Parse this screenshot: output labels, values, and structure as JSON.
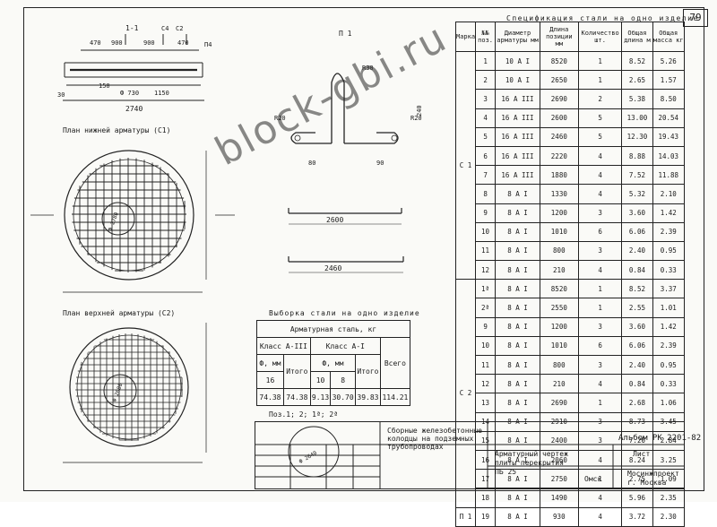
{
  "page_number": "79",
  "watermark": "block-gbi.ru",
  "titles": {
    "plan_lower": "План нижней арматуры (С1)",
    "plan_upper": "План верхней арматуры (С2)",
    "section": "1-1",
    "p1": "П 1",
    "spec": "Спецификация стали на одно изделие",
    "vyborka": "Выборка стали на одно изделие",
    "pos": "Поз.1; 2; 1ª; 2ª"
  },
  "spec_headers": [
    "Марка",
    "№№ поз.",
    "Диаметр арматуры мм",
    "Длина позиции мм",
    "Количество шт.",
    "Общая длина м",
    "Общая масса кг"
  ],
  "spec_groups": [
    {
      "mark": "С 1",
      "rows": [
        [
          "1",
          "10 А I",
          "8520",
          "1",
          "8.52",
          "5.26"
        ],
        [
          "2",
          "10 А I",
          "2650",
          "1",
          "2.65",
          "1.57"
        ],
        [
          "3",
          "16 А III",
          "2690",
          "2",
          "5.38",
          "8.50"
        ],
        [
          "4",
          "16 А III",
          "2600",
          "5",
          "13.00",
          "20.54"
        ],
        [
          "5",
          "16 А III",
          "2460",
          "5",
          "12.30",
          "19.43"
        ],
        [
          "6",
          "16 А III",
          "2220",
          "4",
          "8.88",
          "14.03"
        ],
        [
          "7",
          "16 А III",
          "1880",
          "4",
          "7.52",
          "11.88"
        ],
        [
          "8",
          "8 А I",
          "1330",
          "4",
          "5.32",
          "2.10"
        ],
        [
          "9",
          "8 А I",
          "1200",
          "3",
          "3.60",
          "1.42"
        ],
        [
          "10",
          "8 А I",
          "1010",
          "6",
          "6.06",
          "2.39"
        ],
        [
          "11",
          "8 А I",
          "800",
          "3",
          "2.40",
          "0.95"
        ],
        [
          "12",
          "8 А I",
          "210",
          "4",
          "0.84",
          "0.33"
        ]
      ]
    },
    {
      "mark": "С 2",
      "rows": [
        [
          "1ª",
          "8 А I",
          "8520",
          "1",
          "8.52",
          "3.37"
        ],
        [
          "2ª",
          "8 А I",
          "2550",
          "1",
          "2.55",
          "1.01"
        ],
        [
          "9",
          "8 А I",
          "1200",
          "3",
          "3.60",
          "1.42"
        ],
        [
          "10",
          "8 А I",
          "1010",
          "6",
          "6.06",
          "2.39"
        ],
        [
          "11",
          "8 А I",
          "800",
          "3",
          "2.40",
          "0.95"
        ],
        [
          "12",
          "8 А I",
          "210",
          "4",
          "0.84",
          "0.33"
        ],
        [
          "13",
          "8 А I",
          "2690",
          "1",
          "2.68",
          "1.06"
        ],
        [
          "14",
          "8 А I",
          "2910",
          "3",
          "8.73",
          "3.45"
        ],
        [
          "15",
          "8 А I",
          "2400",
          "3",
          "7.20",
          "2.84"
        ],
        [
          "16",
          "8 А I",
          "2060",
          "4",
          "8.24",
          "3.25"
        ],
        [
          "17",
          "8 А I",
          "2750",
          "1",
          "2.75",
          "1.09"
        ],
        [
          "18",
          "8 А I",
          "1490",
          "4",
          "5.96",
          "2.35"
        ]
      ]
    },
    {
      "mark": "П 1",
      "rows": [
        [
          "19",
          "8 А I",
          "930",
          "4",
          "3.72",
          "2.30"
        ]
      ]
    }
  ],
  "vyborka": {
    "header": "Арматурная сталь, кг",
    "class3": "Класс А-III",
    "class1": "Класс А-I",
    "diam": "Ф, мм",
    "itogo": "Итого",
    "vsego": "Всего",
    "d16": "16",
    "d10": "10",
    "d8": "8",
    "v1": "74.38",
    "v2": "74.38",
    "v3": "9.13",
    "v4": "30.70",
    "v5": "39.83",
    "v6": "114.21"
  },
  "dims": {
    "d470a": "470",
    "d900a": "900",
    "d900b": "900",
    "d470b": "470",
    "d730": "Ф 730",
    "d1150": "1150",
    "d2740": "2740",
    "d150": "150",
    "d30": "30",
    "dr30": "R30",
    "dr20": "R20",
    "d240": "240",
    "d80": "80",
    "d90": "90",
    "d2600": "2600",
    "d2460": "2460",
    "d2780": "Ф 2780",
    "d2680": "Ф 2680",
    "d2640": "Ф 2640",
    "d730b": "Ф 730"
  },
  "section_marks": {
    "c4": "С4",
    "c2": "С2",
    "p1": "П4",
    "s1": "1",
    "s1b": "1"
  },
  "stamp": {
    "title1": "Сборные железобетонные",
    "title2": "колодцы на подземных",
    "title3": "трубопроводах",
    "album": "Альбом РК 2201-82",
    "drawing1": "Арматурный чертеж",
    "drawing2": "плиты перекрытия",
    "drawing3": "ПБ 25",
    "org1": "Мосинжпроект",
    "org2": "г. Москва",
    "city": "Омск",
    "sheet": "Лист"
  }
}
